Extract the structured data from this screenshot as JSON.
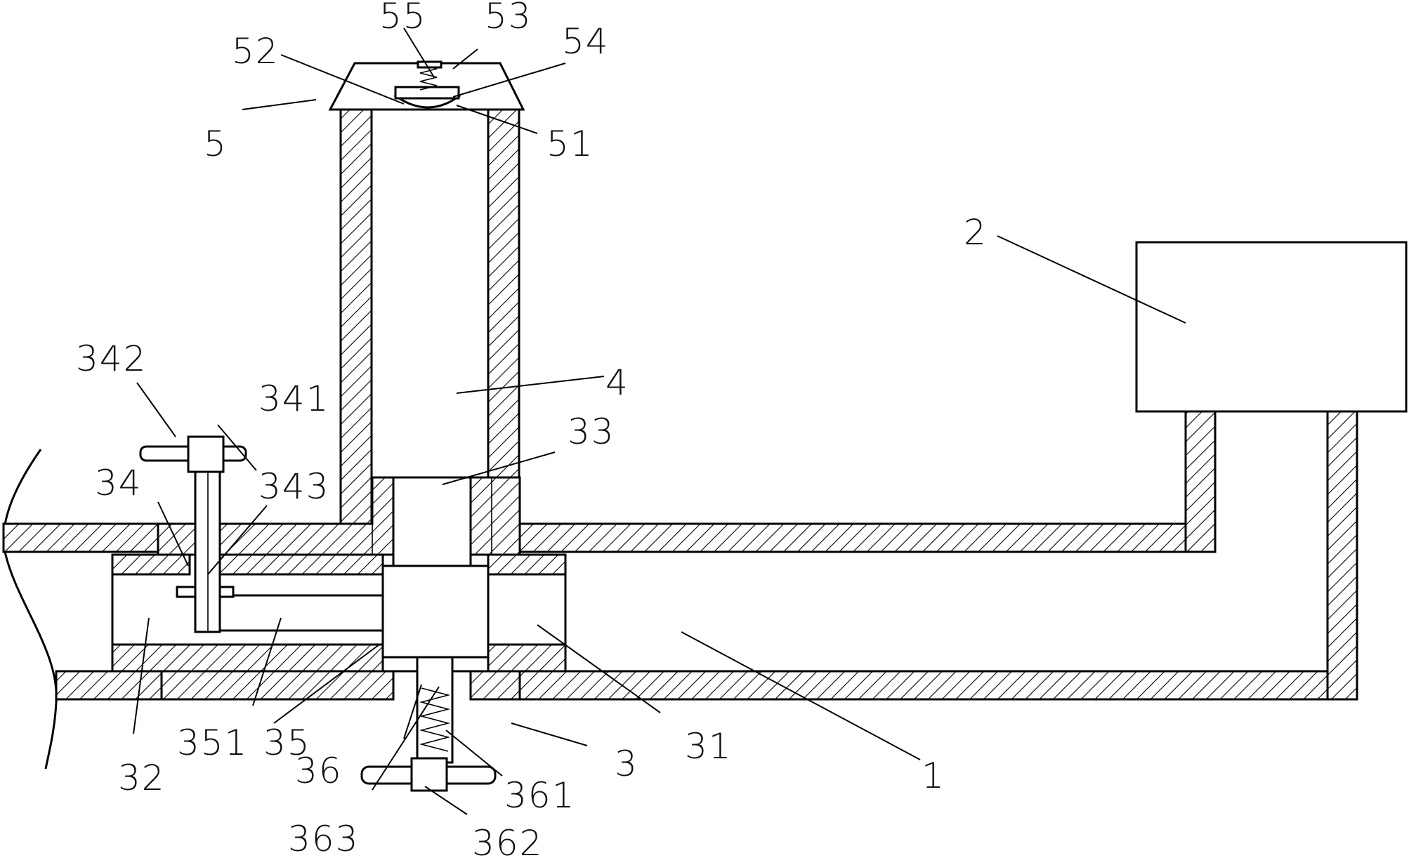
{
  "figure": {
    "labels": {
      "l1": "1",
      "l2": "2",
      "l3": "3",
      "l4": "4",
      "l5": "5",
      "l31": "31",
      "l32": "32",
      "l33": "33",
      "l34": "34",
      "l35": "35",
      "l36": "36",
      "l51": "51",
      "l52": "52",
      "l53": "53",
      "l54": "54",
      "l55": "55",
      "l341": "341",
      "l342": "342",
      "l343": "343",
      "l351": "351",
      "l361": "361",
      "l362": "362",
      "l363": "363"
    }
  }
}
